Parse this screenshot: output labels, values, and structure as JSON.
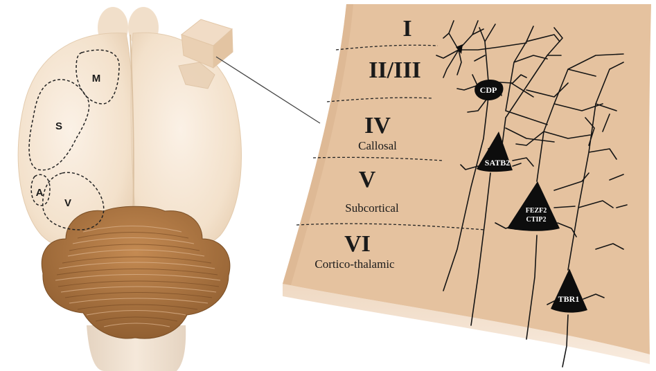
{
  "brain": {
    "regions": [
      {
        "label": "M"
      },
      {
        "label": "S"
      },
      {
        "label": "A"
      },
      {
        "label": "V"
      }
    ]
  },
  "cortex": {
    "layers": [
      {
        "numeral": "I",
        "subtitle": ""
      },
      {
        "numeral": "II/III",
        "subtitle": ""
      },
      {
        "numeral": "IV",
        "subtitle": "Callosal"
      },
      {
        "numeral": "V",
        "subtitle": "Subcortical"
      },
      {
        "numeral": "VI",
        "subtitle": "Cortico-thalamic"
      }
    ],
    "neurons": [
      {
        "label": "CDP"
      },
      {
        "label": "SATB2"
      },
      {
        "label_line1": "FEZF2",
        "label_line2": "CTIP2"
      },
      {
        "label": "TBR1"
      }
    ]
  },
  "colors": {
    "hemisphere": "#f4e3cf",
    "cerebellum": "#b07a45",
    "cortex_face": "#e6c3a1",
    "cortex_edge": "#f2ddc8",
    "neuron": "#0d0d0d"
  }
}
